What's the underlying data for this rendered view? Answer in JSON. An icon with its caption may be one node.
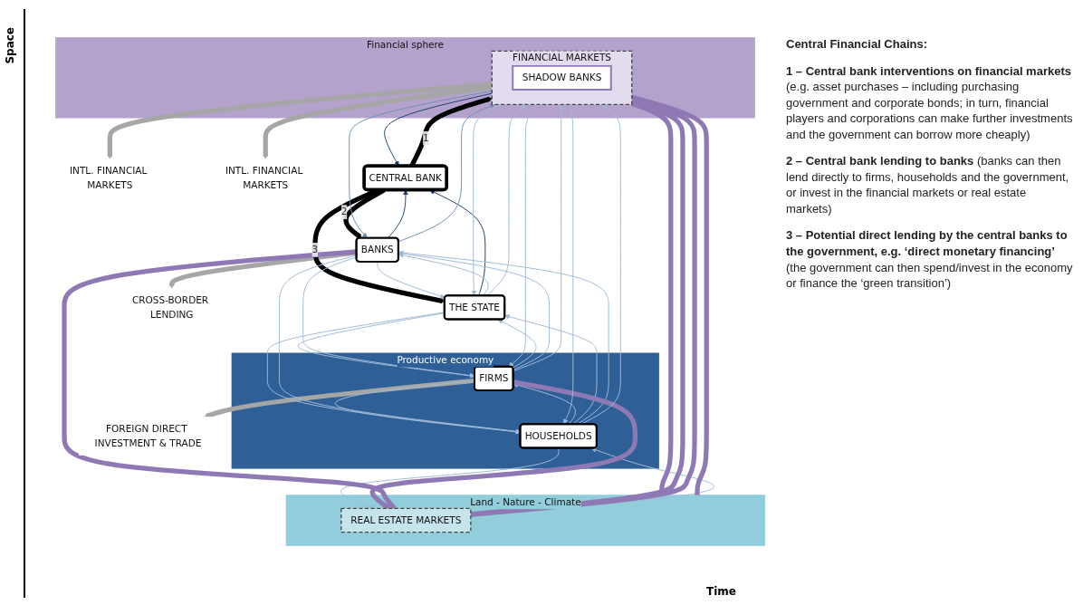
{
  "diagram": {
    "nodes": [
      {
        "text": [
          "Financial sphere"
        ]
      },
      {
        "text": [
          "FINANCIAL MARKETS"
        ],
        "in": 0
      },
      {
        "text": [
          "SHADOW BANKS"
        ],
        "in": 1
      },
      {
        "text": [
          "INTL. FINANCIAL MARKETS"
        ]
      },
      {
        "text": [
          "INTL. FINANCIAL MARKETS"
        ]
      },
      {
        "text": [
          "CENTRAL BANK"
        ]
      },
      {
        "text": [
          "THE STATE"
        ]
      },
      {
        "text": [
          "BANKS"
        ]
      },
      {
        "text": [
          "FOREIGN DIRECT INVESTMENT & TRADE"
        ]
      },
      {
        "text": [
          "Productive economy"
        ]
      },
      {
        "text": [
          "FIRMS"
        ],
        "in": 9
      },
      {
        "text": [
          "HOUSEHOLDS"
        ],
        "in": 9
      },
      {
        "text": [
          "CROSS-BORDER LENDING"
        ]
      },
      {
        "text": [
          "Land - Nature - Climate"
        ]
      },
      {
        "text": [
          "REAL ESTATE MARKETS"
        ],
        "in": 13
      }
    ],
    "edges": [
      {
        "from": 1,
        "to": 3,
        "arrow": "to",
        "style": "thick",
        "color": "#a6a6a6"
      },
      {
        "from": 1,
        "to": 4,
        "arrow": "to",
        "style": "thick",
        "color": "#a6a6a6"
      },
      {
        "from": 10,
        "to": 8,
        "arrow": "to",
        "style": "thick",
        "color": "#a6a6a6"
      },
      {
        "from": 7,
        "to": 12,
        "arrow": "to",
        "style": "thick",
        "color": "#a6a6a6"
      },
      {
        "from": 5,
        "to": 1,
        "arrow": "to",
        "label": "1",
        "style": "thick",
        "color": "#000000"
      },
      {
        "from": 1,
        "to": 5,
        "arrow": "to",
        "color": "#1f3f73"
      },
      {
        "from": 5,
        "to": 7,
        "arrow": "to",
        "label": "2",
        "style": "thick",
        "color": "#000000"
      },
      {
        "from": 7,
        "to": 5,
        "arrow": "to",
        "color": "#1f3f73"
      },
      {
        "from": 5,
        "to": 6,
        "arrow": "to",
        "label": "3",
        "style": "thick",
        "color": "#000000"
      },
      {
        "from": 6,
        "to": 5,
        "arrow": "to",
        "color": "#1f3f73"
      },
      {
        "from": 1,
        "to": 10,
        "arrow": "to"
      },
      {
        "from": 10,
        "to": 1,
        "arrow": "to"
      },
      {
        "from": 1,
        "to": 11,
        "arrow": "to"
      },
      {
        "from": 11,
        "to": 1,
        "arrow": "to"
      },
      {
        "from": 1,
        "to": 6,
        "arrow": "to"
      },
      {
        "from": 6,
        "to": 1,
        "arrow": "to"
      },
      {
        "from": 1,
        "to": 7,
        "arrow": "to",
        "color": "#6f8fb8"
      },
      {
        "from": 7,
        "to": 1,
        "arrow": "to",
        "color": "#6f8fb8"
      },
      {
        "from": 6,
        "to": 10,
        "arrow": "to"
      },
      {
        "from": 10,
        "to": 6,
        "arrow": "to"
      },
      {
        "from": 6,
        "to": 7,
        "arrow": "to"
      },
      {
        "from": 7,
        "to": 6,
        "arrow": "to"
      },
      {
        "from": 10,
        "to": 7,
        "arrow": "to"
      },
      {
        "from": 7,
        "to": 10,
        "arrow": "to"
      },
      {
        "from": 10,
        "to": 11,
        "arrow": "to"
      },
      {
        "from": 11,
        "to": 10,
        "arrow": "to"
      },
      {
        "from": 6,
        "to": 11,
        "arrow": "to"
      },
      {
        "from": 11,
        "to": 6,
        "arrow": "to"
      },
      {
        "from": 7,
        "to": 11,
        "arrow": "to"
      },
      {
        "from": 11,
        "to": 7,
        "arrow": "to"
      },
      {
        "from": 11,
        "to": 14,
        "arrow": "to"
      },
      {
        "from": 14,
        "to": 11,
        "arrow": "to"
      },
      {
        "from": 1,
        "to": 13,
        "arrow": "none",
        "style": "thick",
        "color": "#8e79b5"
      },
      {
        "from": 1,
        "to": 14,
        "arrow": "none",
        "style": "thick",
        "color": "#8e79b5"
      },
      {
        "from": 10,
        "to": 14,
        "arrow": "none",
        "style": "thick",
        "color": "#8e79b5"
      },
      {
        "from": 7,
        "to": 14,
        "arrow": "none",
        "style": "thick",
        "color": "#8e79b5"
      },
      {
        "from": 1,
        "to": 14,
        "arrow": "none",
        "style": "thick",
        "color": "#8e79b5"
      },
      {
        "from": 1,
        "to": 13,
        "arrow": "none",
        "style": "thick",
        "color": "#8e79b5"
      }
    ],
    "labels": [
      "Space",
      "Central Financial Chains:",
      "**1 – Central bank interventions on financial markets** (e.g. asset purchases – including purchasing government and corporate bonds; in turn, financial players and corporations can make further investments and the government can borrow more cheaply)",
      "**2 – Central bank lending to banks** (banks can then lend directly to firms, households and the government, or invest in the financial markets or real estate markets)",
      "**3 – Potential direct lending by the central banks to the government, e.g. ‘direct monetary financing’** (the government can then spend/invest in the economy or finance the ‘green transition’)",
      "Time"
    ]
  }
}
